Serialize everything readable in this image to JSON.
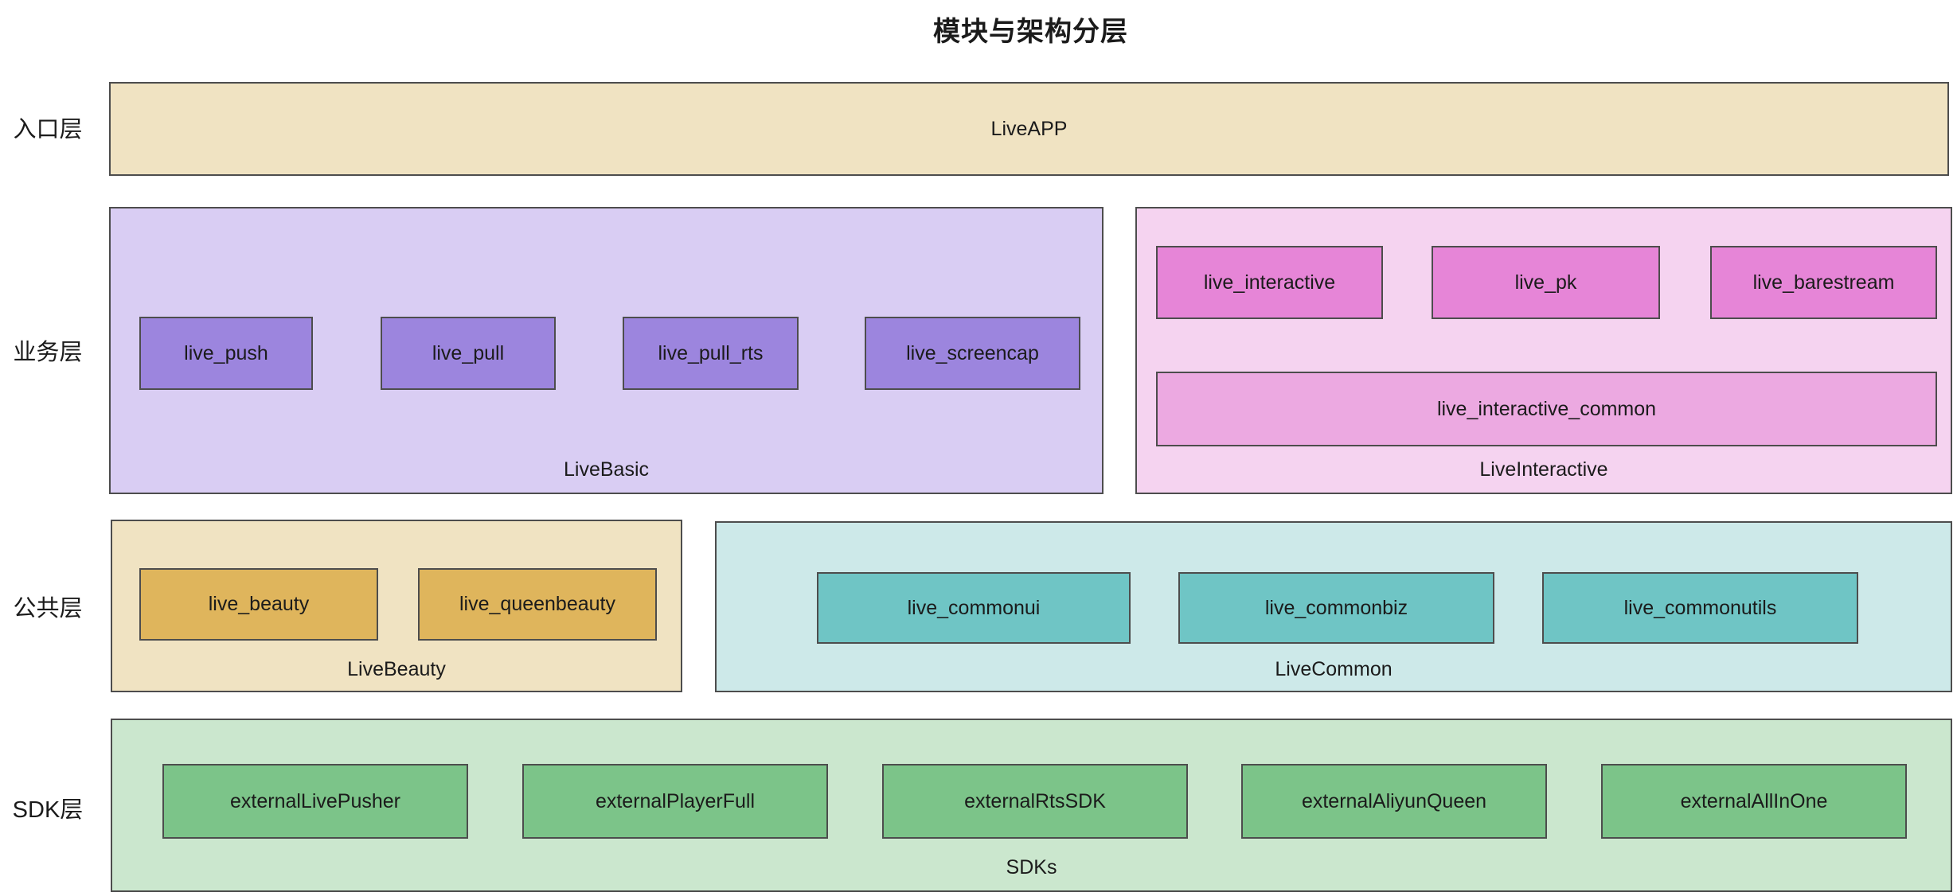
{
  "title": "模块与架构分层",
  "colors": {
    "stroke": "#4d4d4d",
    "text": "#1b1b1b",
    "tan_light": "#F0E3C2",
    "gold": "#DFB55C",
    "purple_light": "#D9CDF3",
    "purple": "#9C85DE",
    "pink_light": "#F5D3F0",
    "pink": "#E685D7",
    "pink_mid": "#ECA9E1",
    "teal_light": "#CDE9E9",
    "teal": "#6FC5C5",
    "green_light": "#CBE7CE",
    "green": "#7CC489"
  },
  "layers": [
    {
      "label": "入口层",
      "groups": [
        {
          "caption": "LiveAPP",
          "modules": []
        }
      ]
    },
    {
      "label": "业务层",
      "groups": [
        {
          "caption": "LiveBasic",
          "modules": [
            "live_push",
            "live_pull",
            "live_pull_rts",
            "live_screencap"
          ]
        },
        {
          "caption": "LiveInteractive",
          "modules": [
            "live_interactive",
            "live_pk",
            "live_barestream",
            "live_interactive_common"
          ]
        }
      ]
    },
    {
      "label": "公共层",
      "groups": [
        {
          "caption": "LiveBeauty",
          "modules": [
            "live_beauty",
            "live_queenbeauty"
          ]
        },
        {
          "caption": "LiveCommon",
          "modules": [
            "live_commonui",
            "live_commonbiz",
            "live_commonutils"
          ]
        }
      ]
    },
    {
      "label": "SDK层",
      "groups": [
        {
          "caption": "SDKs",
          "modules": [
            "externalLivePusher",
            "externalPlayerFull",
            "externalRtsSDK",
            "externalAliyunQueen",
            "externalAllInOne"
          ]
        }
      ]
    }
  ]
}
